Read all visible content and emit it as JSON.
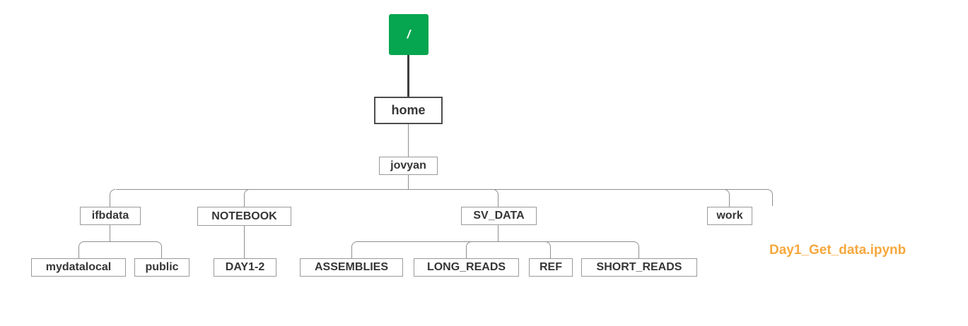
{
  "labels": {
    "root": "/",
    "home": "home",
    "jovyan": "jovyan",
    "ifbdata": "ifbdata",
    "notebook": "NOTEBOOK",
    "sv_data": "SV_DATA",
    "work": "work",
    "mydatalocal": "mydatalocal",
    "public": "public",
    "day1_2": "DAY1-2",
    "assemblies": "ASSEMBLIES",
    "long_reads": "LONG_READS",
    "ref": "REF",
    "short_reads": "SHORT_READS",
    "notebook_file": "Day1_Get_data.ipynb"
  },
  "hierarchy": {
    "/": {
      "home": {
        "jovyan": {
          "ifbdata": {
            "mydatalocal": {},
            "public": {}
          },
          "NOTEBOOK": {
            "DAY1-2": {}
          },
          "SV_DATA": {
            "ASSEMBLIES": {},
            "LONG_READS": {},
            "REF": {},
            "SHORT_READS": {}
          },
          "work": {},
          "Day1_Get_data.ipynb": {}
        }
      }
    }
  },
  "colors": {
    "background": "#ffffff",
    "root_node_bg": "#06a550",
    "root_node_text": "#ffffff",
    "node_border": "#9a9a9a",
    "home_node_border": "#4d4d4d",
    "node_text": "#363636",
    "connector_line": "#8f8f8f",
    "root_connector_line": "#3f3f3f",
    "file_label_text": "#f5a83e"
  }
}
